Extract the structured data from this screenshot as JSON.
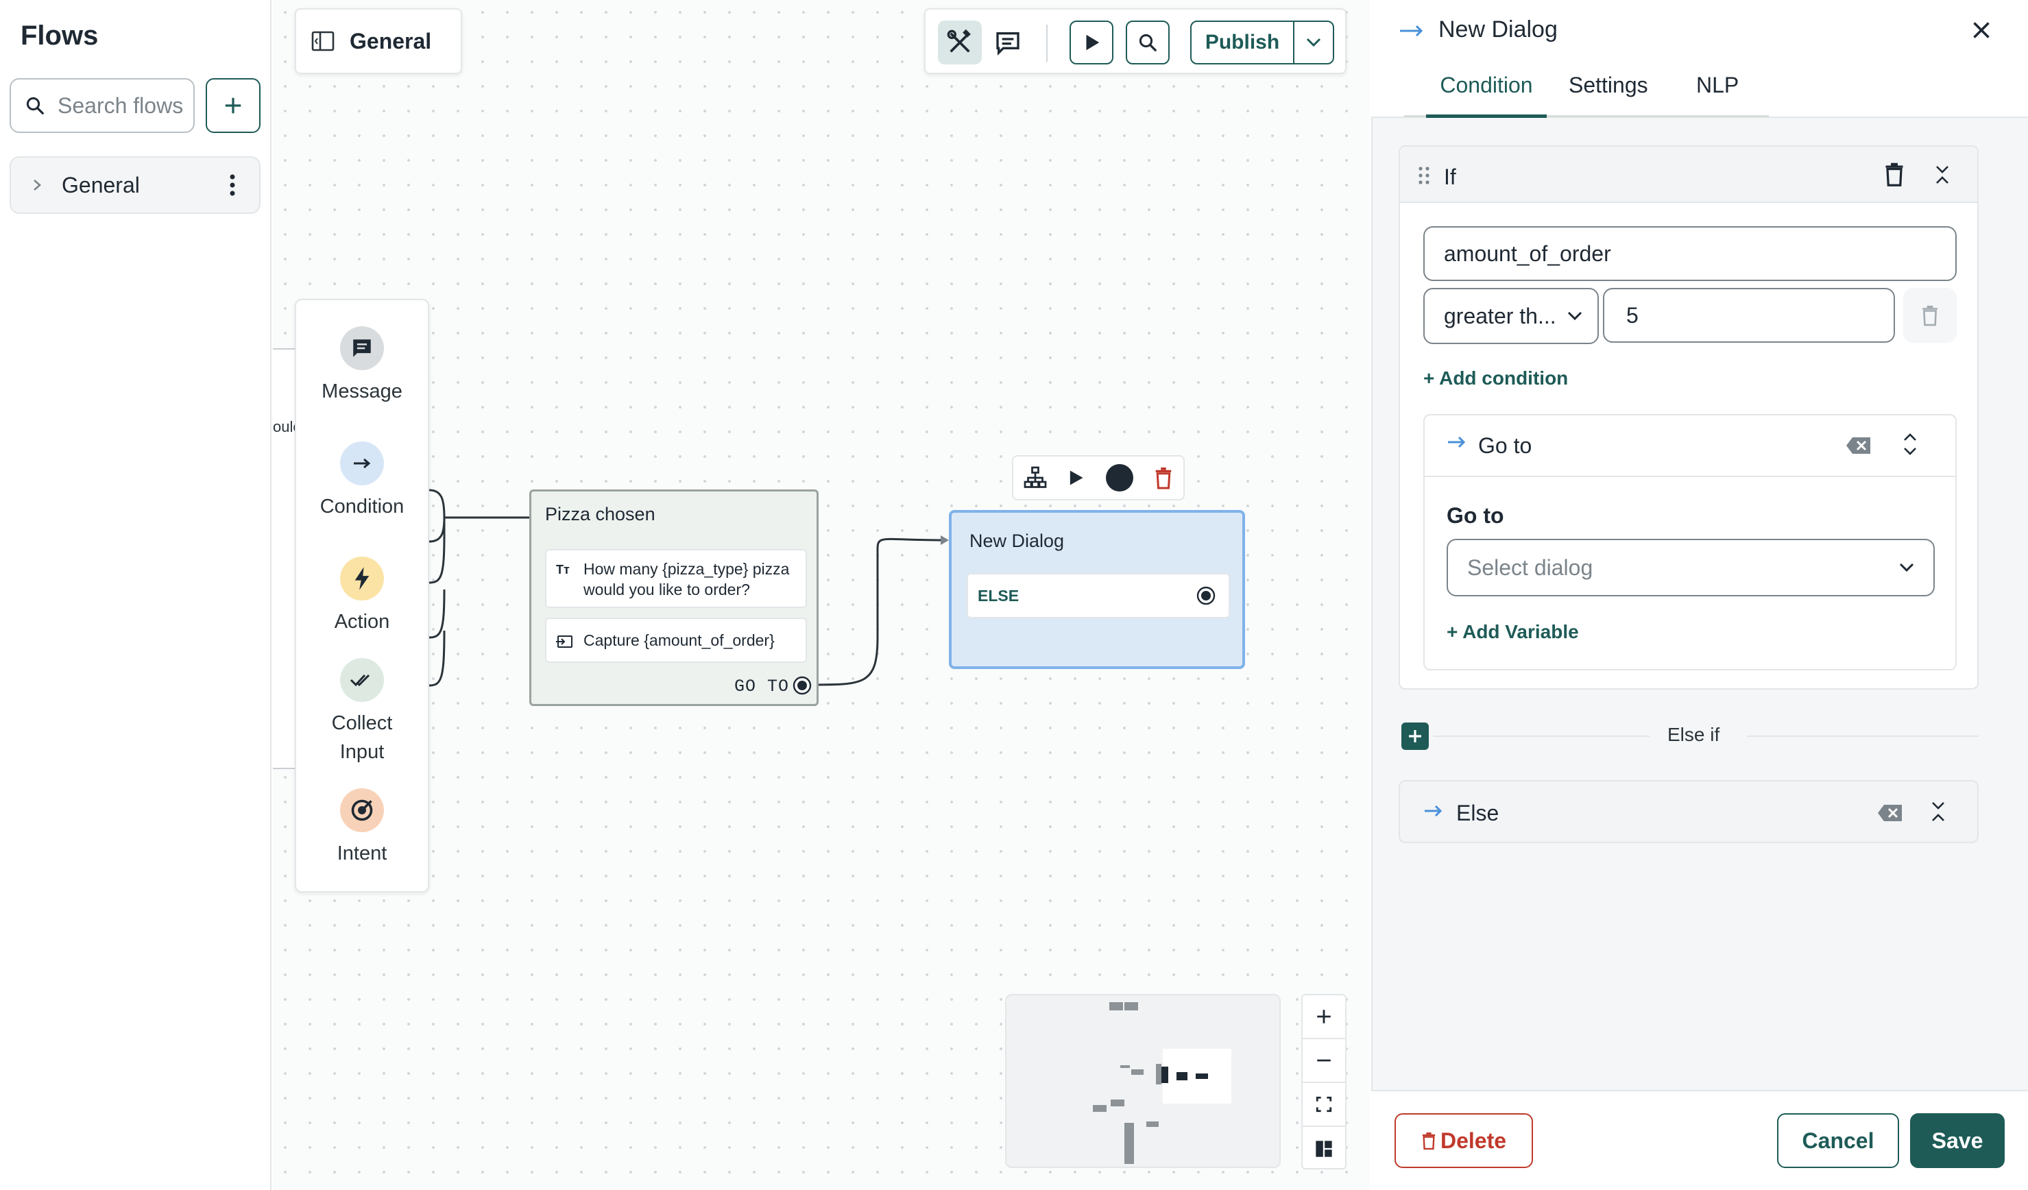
{
  "sidebar": {
    "title": "Flows",
    "search_placeholder": "Search flows",
    "flows": [
      {
        "label": "General"
      }
    ]
  },
  "canvas": {
    "flow_tab": "General",
    "cropped_text": "oulc"
  },
  "toolbar": {
    "publish_label": "Publish"
  },
  "palette": {
    "items": [
      {
        "label": "Message",
        "icon": "message-icon",
        "color": "#d9dcdf"
      },
      {
        "label": "Condition",
        "icon": "arrow-right-icon",
        "color": "#d6e6f7"
      },
      {
        "label": "Action",
        "icon": "lightning-icon",
        "color": "#fbe3a6"
      },
      {
        "label": "Collect Input",
        "icon": "double-check-icon",
        "color": "#dde9e1"
      },
      {
        "label": "Intent",
        "icon": "target-icon",
        "color": "#f8d2b8"
      }
    ]
  },
  "nodes": {
    "pizza": {
      "title": "Pizza chosen",
      "message": "How many {pizza_type} pizza would you like to order?",
      "capture": "Capture {amount_of_order}",
      "goto": "GO TO"
    },
    "new_dialog": {
      "title": "New Dialog",
      "else": "ELSE"
    }
  },
  "panel": {
    "title": "New Dialog",
    "tabs": [
      {
        "label": "Condition",
        "active": true
      },
      {
        "label": "Settings",
        "active": false
      },
      {
        "label": "NLP",
        "active": false
      }
    ],
    "if_block": {
      "label": "If",
      "variable": "amount_of_order",
      "operator": "greater th...",
      "value": "5",
      "add_condition": "+ Add condition",
      "goto": {
        "header": "Go to",
        "field_label": "Go to",
        "select_placeholder": "Select dialog",
        "add_variable": "+ Add Variable"
      }
    },
    "else_if_label": "Else if",
    "else_label": "Else",
    "footer": {
      "delete": "Delete",
      "cancel": "Cancel",
      "save": "Save"
    }
  },
  "colors": {
    "brand": "#1e5b57",
    "accent_blue": "#7fb2ea",
    "danger": "#c0392b",
    "node_selected_bg": "#dbe9f7",
    "node_bg": "#edf2ef"
  }
}
